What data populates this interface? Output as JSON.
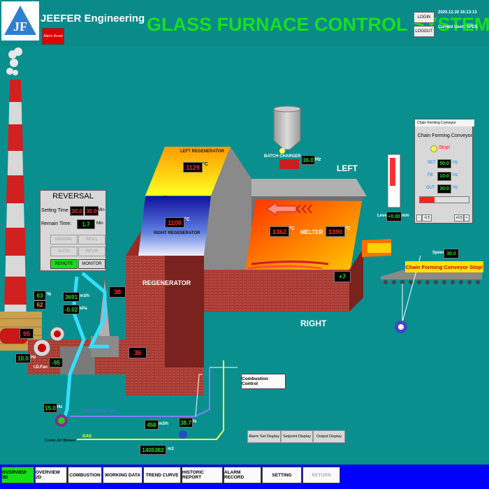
{
  "header": {
    "company": "JEEFER Engineering",
    "alarm_reset": "Alarm Reset",
    "title": "GLASS FURNACE CONTROL SYSTEM",
    "login": "LOGIN",
    "logout": "LOGOUT",
    "datetime": "2020.12.30 16:13:13",
    "current_user": "Current User: SPES"
  },
  "colors": {
    "accent": "#18e018",
    "danger": "#e00000",
    "nav_active": "#16e016",
    "background": "#0a8f8f"
  },
  "furnace": {
    "left_regen_label": "LEFT REGENERATOR",
    "left_regen_temp": "1129",
    "right_regen_label": "RIGHT REGENERATOR",
    "right_regen_temp": "1100",
    "unit_c": "°C",
    "regenerator_label": "REGENERATOR",
    "melter_label": "MELTER",
    "melter_temp_left": "1362",
    "melter_temp_right": "1390",
    "left_label": "LEFT",
    "right_label": "RIGHT",
    "pressure": "+7",
    "flue_temp": "38",
    "regen_bottom_temp": "36"
  },
  "batch": {
    "label": "BATCH CHARGER",
    "hz_value": "16.0",
    "hz_unit": "Hz"
  },
  "level": {
    "label": "Level",
    "value": "+0.00",
    "unit": "mm"
  },
  "reversal": {
    "title": "REVERSAL",
    "setting_time_label": "Setting Time",
    "setting_1": "30.0",
    "setting_2": "30.0",
    "min_unit": "Min",
    "remain_label": "Remain Time:",
    "remain_value": "1.7",
    "remain_unit": "Min",
    "btn_manual": "MANUAL",
    "btn_revl": "REV.L",
    "btn_auto": "AUTO",
    "btn_revr": "REV.R",
    "btn_remote": "REMOTE",
    "btn_monitor": "MONITOR"
  },
  "conveyor": {
    "window_title": "Chain Forming Conveyor",
    "heading": "Chain Forming Conveyor",
    "status": "Stop!",
    "r1_label": "SET",
    "r1_value": "50.0",
    "r1_unit": "Hz",
    "r2_label": "FB",
    "r2_value": "10.0",
    "r2_unit": "Hz",
    "r3_label": "OUT",
    "r3_value": "30.0",
    "r3_unit": "Hz",
    "btn_m05": "-0.5",
    "btn_m": "-",
    "btn_p05": "+0.5",
    "btn_p": "+",
    "speed_label": "Speed",
    "speed_value": "30.0",
    "stop_banner": "Chain Forming Conveyor Stop!"
  },
  "left_side": {
    "pct_value": "63",
    "pct_unit": "%",
    "val62": "62",
    "val95": "95",
    "flow_value": "3691",
    "flow_unit": "m3/h",
    "kpa_value": "-0.02",
    "kpa_unit": "kPa",
    "hz_value": "10.0",
    "hz_unit": "Hz",
    "fan_value": "-95",
    "fan_label": "I.D.Fan"
  },
  "combustion": {
    "control_btn": "Combustion Control",
    "blower_hz": "15.0",
    "blower_unit": "Hz",
    "blower_label": "Comb.Air Blower",
    "compressed_air": "COMPRESSED AIR",
    "gas_label": "GAS",
    "gas_flow": "458",
    "gas_flow_unit": "m3/h",
    "gas_pct": "38.7",
    "gas_pct_unit": "%",
    "total": "1405382",
    "total_unit": "m3"
  },
  "displays": {
    "alarm_set": "Alarm Set Display",
    "setpoint": "Setpoint Display",
    "output": "Output Display"
  },
  "nav": {
    "overview3d": "OVERVIEW 3D",
    "overview2d": "OVERVIEW 2D",
    "combustion": "COMBUSTION",
    "working": "WORKING DATA",
    "trend": "TREND CURVE",
    "historic": "HISTORIC REPORT",
    "alarm": "ALARM RECORD",
    "setting": "SETTING",
    "return": "RETURN"
  }
}
